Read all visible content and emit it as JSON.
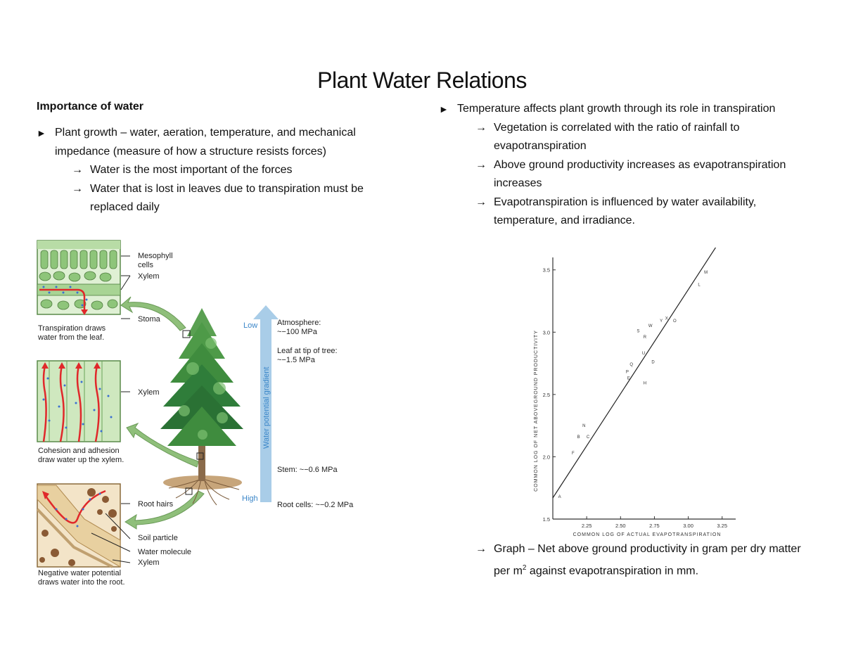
{
  "title": "Plant Water Relations",
  "left": {
    "heading": "Importance of water",
    "bullet": "Plant growth – water, aeration, temperature, and mechanical impedance (measure of how a structure resists forces)",
    "subs": [
      "Water is the most important of the forces",
      "Water that is lost in leaves due to transpiration must be replaced daily"
    ]
  },
  "right": {
    "bullet": "Temperature affects plant growth through its role in transpiration",
    "subs": [
      "Vegetation is correlated with the ratio of rainfall to evapotranspiration",
      "Above ground productivity increases as evapotranspiration increases",
      "Evapotranspiration is influenced by water availability, temperature, and irradiance."
    ],
    "graph_note_a": "Graph – Net above ground productivity in gram per dry matter per m",
    "graph_note_sup": "2",
    "graph_note_b": " against evapotranspiration in mm."
  },
  "figure": {
    "labels": {
      "mesophyll": "Mesophyll",
      "cells": "cells",
      "xylem_top": "Xylem",
      "stoma": "Stoma",
      "caption1a": "Transpiration draws",
      "caption1b": "water from the leaf.",
      "xylem_mid": "Xylem",
      "caption2a": "Cohesion and adhesion",
      "caption2b": "draw water up the xylem.",
      "root_hairs": "Root hairs",
      "soil_particle": "Soil particle",
      "water_molecule": "Water molecule",
      "xylem_bottom": "Xylem",
      "caption3a": "Negative water potential",
      "caption3b": "draws water into the root.",
      "low": "Low",
      "high": "High",
      "gradient": "Water potential gradient",
      "atmosphere_a": "Atmosphere:",
      "atmosphere_b": "~−100 MPa",
      "leaf_a": "Leaf at tip of tree:",
      "leaf_b": "~−1.5 MPa",
      "stem": "Stem: ~−0.6 MPa",
      "root_cells": "Root cells: ~−0.2 MPa"
    },
    "colors": {
      "arrow": "#a9cde8",
      "leaf_green": "#7fb56a",
      "water_red": "#e0282a",
      "water_blue": "#3b6fd1",
      "tree": "#2f7d3a"
    }
  },
  "chart_data": {
    "type": "scatter",
    "xlabel": "COMMON LOG OF ACTUAL EVAPOTRANSPIRATION",
    "ylabel": "COMMON LOG OF NET ABOVEGROUND PRODUCTIVITY",
    "xlim": [
      2.0,
      3.35
    ],
    "ylim": [
      1.5,
      3.6
    ],
    "x_ticks": [
      "2.25",
      "2.50",
      "2.75",
      "3.00",
      "3.25"
    ],
    "y_ticks": [
      "1.5",
      "2.0",
      "2.5",
      "3.0",
      "3.5"
    ],
    "points": [
      {
        "label": "A",
        "x": 2.05,
        "y": 1.67
      },
      {
        "label": "F",
        "x": 2.15,
        "y": 2.02
      },
      {
        "label": "B",
        "x": 2.19,
        "y": 2.15
      },
      {
        "label": "C",
        "x": 2.26,
        "y": 2.15
      },
      {
        "label": "N",
        "x": 2.23,
        "y": 2.24
      },
      {
        "label": "E",
        "x": 2.56,
        "y": 2.62
      },
      {
        "label": "P",
        "x": 2.55,
        "y": 2.67
      },
      {
        "label": "Q",
        "x": 2.58,
        "y": 2.73
      },
      {
        "label": "H",
        "x": 2.68,
        "y": 2.58
      },
      {
        "label": "D",
        "x": 2.74,
        "y": 2.75
      },
      {
        "label": "U",
        "x": 2.67,
        "y": 2.82
      },
      {
        "label": "S",
        "x": 2.63,
        "y": 3.0
      },
      {
        "label": "R",
        "x": 2.68,
        "y": 2.95
      },
      {
        "label": "W",
        "x": 2.72,
        "y": 3.04
      },
      {
        "label": "Y",
        "x": 2.8,
        "y": 3.08
      },
      {
        "label": "X",
        "x": 2.84,
        "y": 3.1
      },
      {
        "label": "O",
        "x": 2.9,
        "y": 3.08
      },
      {
        "label": "L",
        "x": 3.08,
        "y": 3.37
      },
      {
        "label": "M",
        "x": 3.13,
        "y": 3.47
      }
    ],
    "fit_line": {
      "x": [
        2.0,
        3.25
      ],
      "y": [
        1.67,
        3.76
      ]
    }
  }
}
